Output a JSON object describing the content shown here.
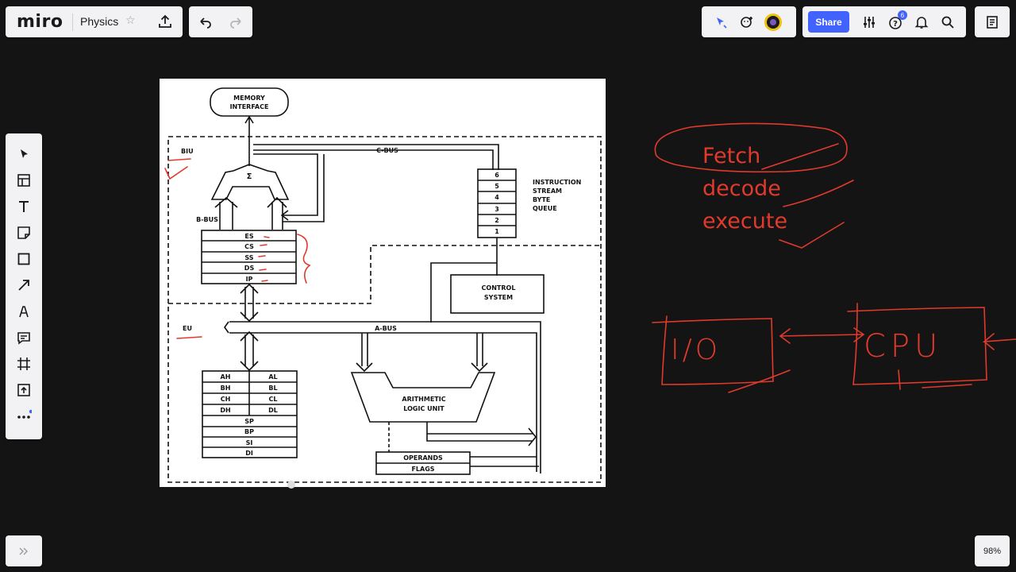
{
  "app": {
    "logo": "miro",
    "board_name": "Physics"
  },
  "collaboration": {
    "notification_count": "6"
  },
  "header": {
    "share_label": "Share"
  },
  "zoom": {
    "level": "98%"
  },
  "toolbar": {
    "tools": [
      "select",
      "templates",
      "text",
      "sticky-note",
      "shape",
      "arrow",
      "pen",
      "comment",
      "frame",
      "upload",
      "more"
    ]
  },
  "diagram": {
    "memory_interface": [
      "MEMORY",
      "INTERFACE"
    ],
    "biu": "BIU",
    "eu": "EU",
    "c_bus": "C-BUS",
    "b_bus": "B-BUS",
    "a_bus": "A-BUS",
    "sigma": "Σ",
    "queue_label": [
      "INSTRUCTION",
      "STREAM",
      "BYTE",
      "QUEUE"
    ],
    "queue_numbers": [
      "6",
      "5",
      "4",
      "3",
      "2",
      "1"
    ],
    "segment_registers": [
      "ES",
      "CS",
      "SS",
      "DS",
      "IP"
    ],
    "control_system": [
      "CONTROL",
      "SYSTEM"
    ],
    "alu": [
      "ARITHMETIC",
      "LOGIC UNIT"
    ],
    "general_registers": [
      [
        "AH",
        "AL"
      ],
      [
        "BH",
        "BL"
      ],
      [
        "CH",
        "CL"
      ],
      [
        "DH",
        "DL"
      ]
    ],
    "pointer_registers": [
      "SP",
      "BP",
      "SI",
      "DI"
    ],
    "operands": "OPERANDS",
    "flags": "FLAGS"
  },
  "annotations": {
    "fetch": "Fetch",
    "decode": "decode",
    "execute": "execute",
    "io": "I/O",
    "cpu": "CPU"
  },
  "colors": {
    "accent": "#4262ff",
    "ink": "#e03a2c",
    "canvas": "#141414"
  }
}
